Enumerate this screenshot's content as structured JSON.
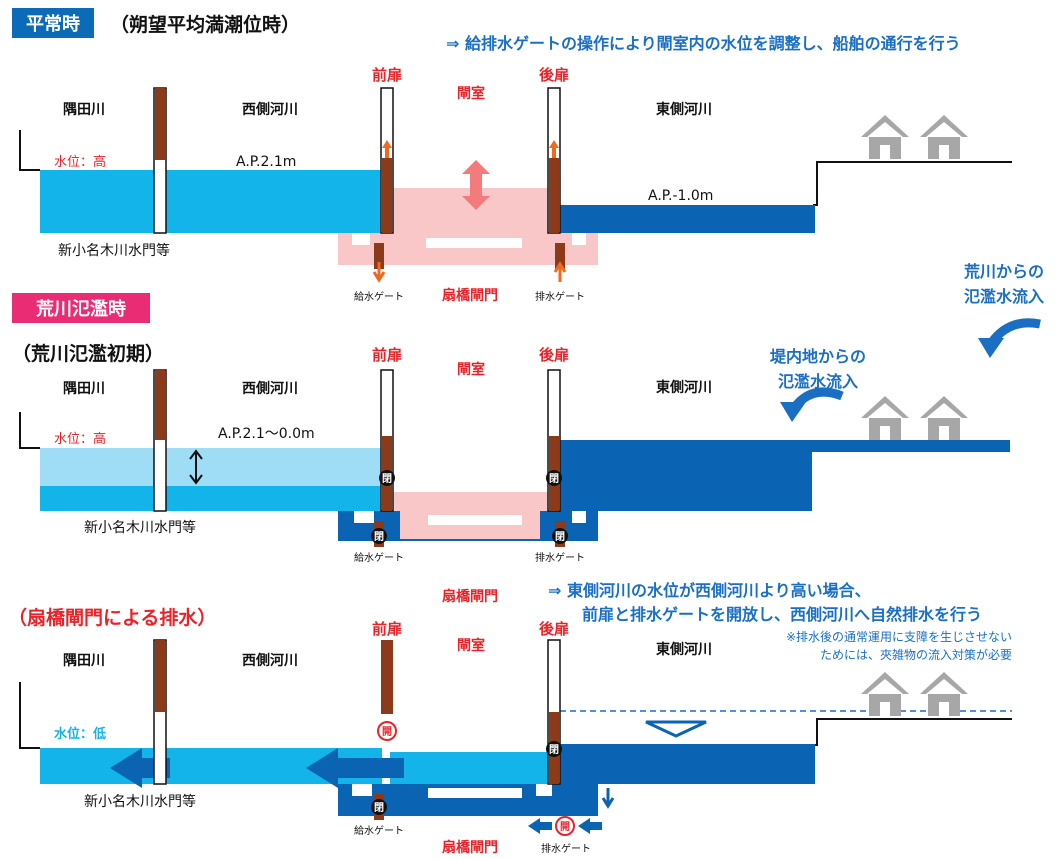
{
  "colors": {
    "water_light": "#12b4ea",
    "water_pale": "#9fdcf6",
    "water_dark": "#0b63b4",
    "lock_pink": "#f9c7c8",
    "gate_brown": "#8b3a1a",
    "gate_orange": "#ef6a1f",
    "badge_blue": "#0b6bb8",
    "badge_pink": "#ea2c74",
    "note_blue": "#1a6fc4",
    "warn_red": "#e8242a",
    "house_gray": "#a7a7a7"
  },
  "icons": [
    "house-icon",
    "curved-arrow-icon",
    "double-arrow-icon",
    "flow-arrow-icon",
    "closed-badge-icon",
    "open-badge-icon"
  ],
  "section1": {
    "badge": "平常時",
    "subtitle": "（朔望平均満潮位時）",
    "note": "⇒  給排水ゲートの操作により閘室内の水位を調整し、船舶の通行を行う",
    "sumida": "隅田川",
    "west": "西側河川",
    "front_gate": "前扉",
    "lock_room": "閘室",
    "rear_gate": "後扉",
    "east": "東側河川",
    "water_level": "水位：高",
    "ap_west": "A.P.2.1m",
    "ap_east": "A.P.-1.0m",
    "shin_gate": "新小名木川水門等",
    "supply_gate": "給水ゲート",
    "lock_name": "扇橋閘門",
    "drain_gate": "排水ゲート"
  },
  "section2": {
    "badge": "荒川氾濫時",
    "subtitle": "（荒川氾濫初期）",
    "inflow_inner": "堤内地からの\n氾濫水流入",
    "inflow_arakawa": "荒川からの\n氾濫水流入",
    "sumida": "隅田川",
    "west": "西側河川",
    "front_gate": "前扉",
    "lock_room": "閘室",
    "rear_gate": "後扉",
    "east": "東側河川",
    "water_level": "水位：高",
    "ap_west": "A.P.2.1〜0.0m",
    "shin_gate": "新小名木川水門等",
    "supply_gate": "給水ゲート",
    "drain_gate": "排水ゲート",
    "closed": "閉"
  },
  "section3": {
    "heading": "（扇橋閘門による排水）",
    "lock_name_top": "扇橋閘門",
    "note1": "⇒  東側河川の水位が西側河川より高い場合、",
    "note2": "前扉と排水ゲートを開放し、西側河川へ自然排水を行う",
    "caution1": "※排水後の通常運用に支障を生じさせない",
    "caution2": "ためには、夾雑物の流入対策が必要",
    "sumida": "隅田川",
    "west": "西側河川",
    "front_gate": "前扉",
    "lock_room": "閘室",
    "rear_gate": "後扉",
    "east": "東側河川",
    "water_level": "水位：低",
    "shin_gate": "新小名木川水門等",
    "supply_gate": "給水ゲート",
    "drain_gate": "排水ゲート",
    "lock_name_bottom": "扇橋閘門",
    "open": "開",
    "closed": "閉"
  }
}
